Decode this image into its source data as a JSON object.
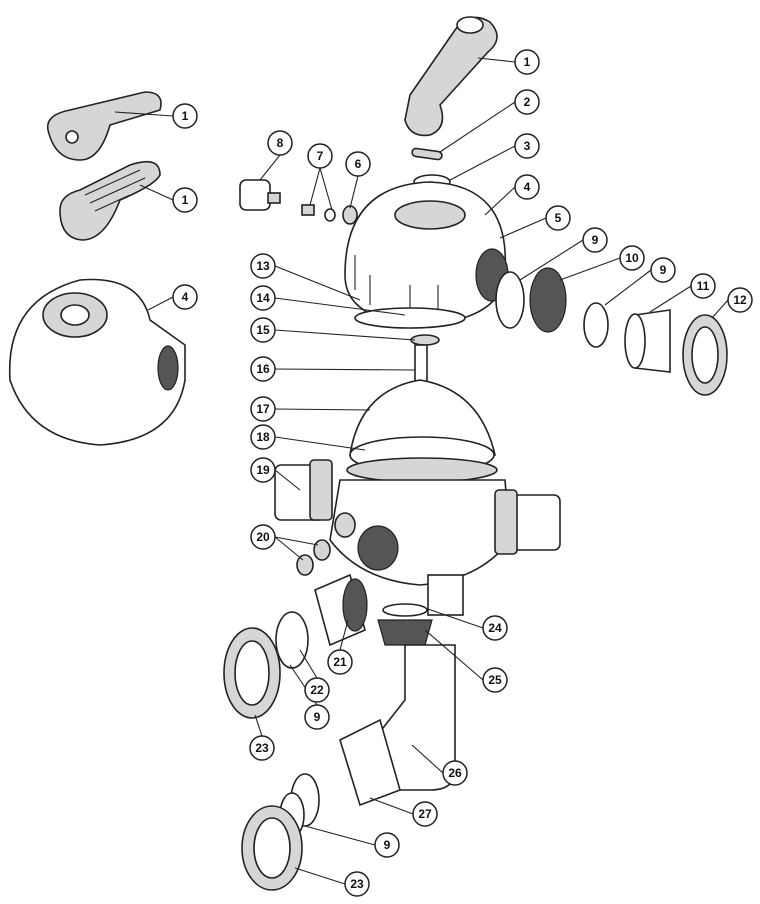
{
  "diagram": {
    "type": "exploded-parts-view",
    "callouts": {
      "c1a": "1",
      "c1b": "1",
      "c1c": "1",
      "c2": "2",
      "c3": "3",
      "c4a": "4",
      "c4b": "4",
      "c5": "5",
      "c6": "6",
      "c7": "7",
      "c8": "8",
      "c9a": "9",
      "c9b": "9",
      "c9c": "9",
      "c9d": "9",
      "c10": "10",
      "c11": "11",
      "c12": "12",
      "c13": "13",
      "c14": "14",
      "c15": "15",
      "c16": "16",
      "c17": "17",
      "c18": "18",
      "c19": "19",
      "c20": "20",
      "c21": "21",
      "c22": "22",
      "c23a": "23",
      "c23b": "23",
      "c24": "24",
      "c25": "25",
      "c26": "26",
      "c27": "27"
    }
  }
}
